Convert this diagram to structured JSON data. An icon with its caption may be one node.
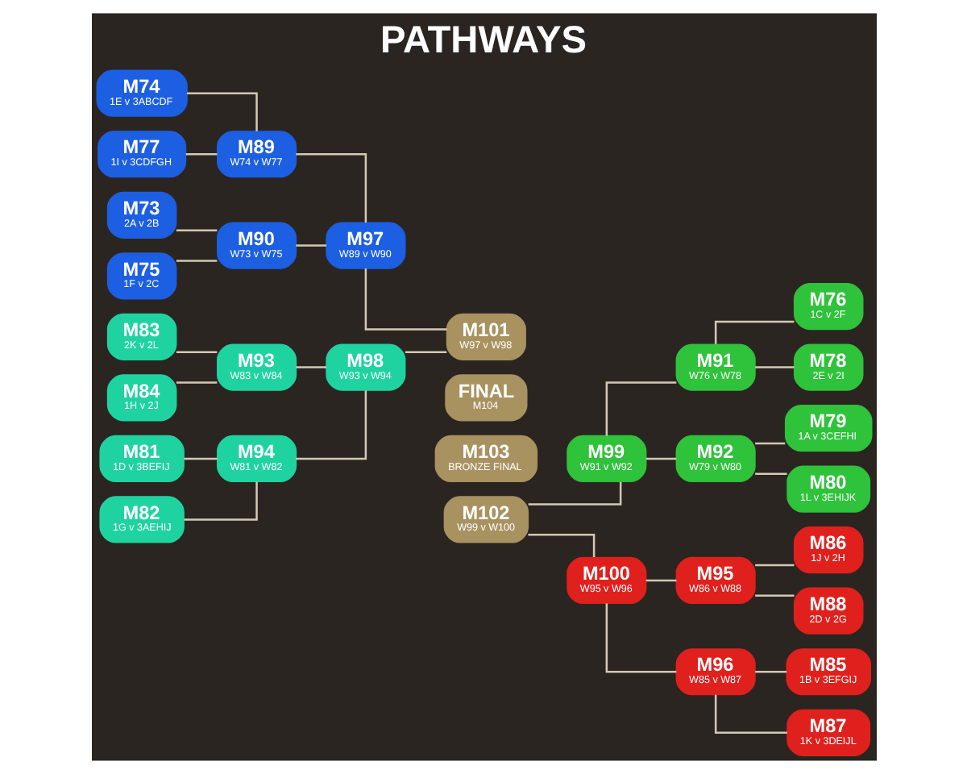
{
  "diagram": {
    "title": "PATHWAYS",
    "nodes": [
      {
        "text": [
          "M74",
          "1E v 3ABCDF"
        ]
      },
      {
        "text": [
          "M77",
          "1I v 3CDFGH"
        ]
      },
      {
        "text": [
          "M73",
          "2A v 2B"
        ]
      },
      {
        "text": [
          "M75",
          "1F v 2C"
        ]
      },
      {
        "text": [
          "M89",
          "W74 v W77"
        ]
      },
      {
        "text": [
          "M90",
          "W73 v W75"
        ]
      },
      {
        "text": [
          "M97",
          "W89 v W90"
        ]
      },
      {
        "text": [
          "M83",
          "2K v 2L"
        ]
      },
      {
        "text": [
          "M84",
          "1H v 2J"
        ]
      },
      {
        "text": [
          "M81",
          "1D v 3BEFIJ"
        ]
      },
      {
        "text": [
          "M82",
          "1G v 3AEHIJ"
        ]
      },
      {
        "text": [
          "M93",
          "W83 v W84"
        ]
      },
      {
        "text": [
          "M94",
          "W81 v W82"
        ]
      },
      {
        "text": [
          "M98",
          "W93 v W94"
        ]
      },
      {
        "text": [
          "M101",
          "W97 v W98"
        ]
      },
      {
        "text": [
          "FINAL",
          "M104"
        ]
      },
      {
        "text": [
          "M103",
          "BRONZE FINAL"
        ]
      },
      {
        "text": [
          "M102",
          "W99 v W100"
        ]
      },
      {
        "text": [
          "M99",
          "W91 v W92"
        ]
      },
      {
        "text": [
          "M91",
          "W76 v W78"
        ]
      },
      {
        "text": [
          "M92",
          "W79 v W80"
        ]
      },
      {
        "text": [
          "M76",
          "1C v 2F"
        ]
      },
      {
        "text": [
          "M78",
          "2E v 2I"
        ]
      },
      {
        "text": [
          "M79",
          "1A v 3CEFHI"
        ]
      },
      {
        "text": [
          "M80",
          "1L v 3EHIJK"
        ]
      },
      {
        "text": [
          "M100",
          "W95 v W96"
        ]
      },
      {
        "text": [
          "M95",
          "W86 v W88"
        ]
      },
      {
        "text": [
          "M96",
          "W85 v W87"
        ]
      },
      {
        "text": [
          "M86",
          "1J v 2H"
        ]
      },
      {
        "text": [
          "M88",
          "2D v 2G"
        ]
      },
      {
        "text": [
          "M85",
          "1B v 3EFGIJ"
        ]
      },
      {
        "text": [
          "M87",
          "1K v 3DEIJL"
        ]
      }
    ],
    "edges": [
      {
        "from": 0,
        "to": 4,
        "arrow": "none"
      },
      {
        "from": 1,
        "to": 4,
        "arrow": "none"
      },
      {
        "from": 2,
        "to": 5,
        "arrow": "none"
      },
      {
        "from": 3,
        "to": 5,
        "arrow": "none"
      },
      {
        "from": 4,
        "to": 6,
        "arrow": "none"
      },
      {
        "from": 5,
        "to": 6,
        "arrow": "none"
      },
      {
        "from": 7,
        "to": 11,
        "arrow": "none"
      },
      {
        "from": 8,
        "to": 11,
        "arrow": "none"
      },
      {
        "from": 9,
        "to": 12,
        "arrow": "none"
      },
      {
        "from": 10,
        "to": 12,
        "arrow": "none"
      },
      {
        "from": 11,
        "to": 13,
        "arrow": "none"
      },
      {
        "from": 12,
        "to": 13,
        "arrow": "none"
      },
      {
        "from": 6,
        "to": 14,
        "arrow": "none"
      },
      {
        "from": 13,
        "to": 14,
        "arrow": "none"
      },
      {
        "from": 21,
        "to": 19,
        "arrow": "none"
      },
      {
        "from": 22,
        "to": 19,
        "arrow": "none"
      },
      {
        "from": 23,
        "to": 20,
        "arrow": "none"
      },
      {
        "from": 24,
        "to": 20,
        "arrow": "none"
      },
      {
        "from": 19,
        "to": 18,
        "arrow": "none"
      },
      {
        "from": 20,
        "to": 18,
        "arrow": "none"
      },
      {
        "from": 28,
        "to": 26,
        "arrow": "none"
      },
      {
        "from": 29,
        "to": 26,
        "arrow": "none"
      },
      {
        "from": 30,
        "to": 27,
        "arrow": "none"
      },
      {
        "from": 31,
        "to": 27,
        "arrow": "none"
      },
      {
        "from": 26,
        "to": 25,
        "arrow": "none"
      },
      {
        "from": 27,
        "to": 25,
        "arrow": "none"
      },
      {
        "from": 18,
        "to": 17,
        "arrow": "none"
      },
      {
        "from": 25,
        "to": 17,
        "arrow": "none"
      }
    ]
  }
}
